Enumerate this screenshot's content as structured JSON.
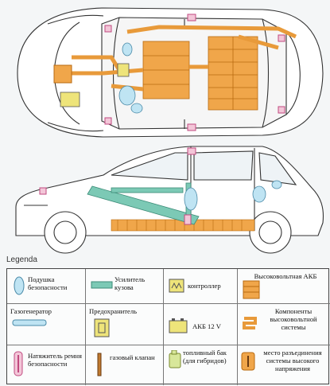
{
  "legend_title": "Legenda",
  "legend": {
    "airbag": "Подушка безопасности",
    "reinforcement": "Усилитель кузова",
    "controller": "контроллер",
    "hv_battery": "Высоковольтная АКБ",
    "gas_generator": "Газогенератор",
    "fuse": "Предохранитель",
    "battery_12v": "АКБ 12 V",
    "hv_components": "Компоненты высоковольтной системы",
    "pretensioner": "Натяжитель ремня безопасности",
    "gas_valve": "газовый клапан",
    "fuel_tank": "топливный бак (для гибридов)",
    "hv_disconnect": "место разъединения системы высокого напряжения"
  },
  "colors": {
    "hv": "#f0a64a",
    "hv_dark": "#b86a10",
    "airbag": "#bfe4f3",
    "reinforcement": "#7cc9b5",
    "pink": "#e07aa8",
    "yellow": "#eee47a",
    "fuel": "#d8e79a"
  }
}
